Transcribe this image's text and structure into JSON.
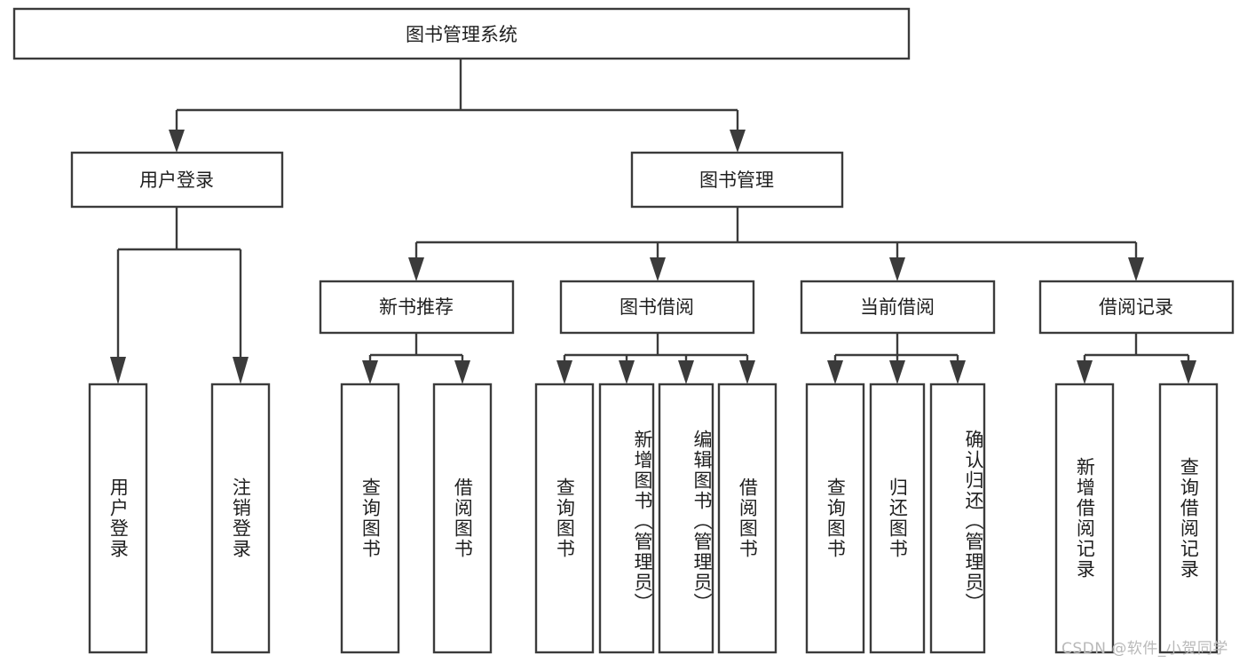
{
  "diagram": {
    "title": "图书管理系统",
    "type": "tree-hierarchy",
    "root": {
      "id": "root",
      "label": "图书管理系统"
    },
    "level2": [
      {
        "id": "user-login",
        "label": "用户登录"
      },
      {
        "id": "book-manage",
        "label": "图书管理"
      }
    ],
    "level3": [
      {
        "id": "new-book-rec",
        "label": "新书推荐",
        "parent": "book-manage"
      },
      {
        "id": "book-borrow",
        "label": "图书借阅",
        "parent": "book-manage"
      },
      {
        "id": "current-borrow",
        "label": "当前借阅",
        "parent": "book-manage"
      },
      {
        "id": "borrow-record",
        "label": "借阅记录",
        "parent": "book-manage"
      }
    ],
    "leaves": [
      {
        "id": "leaf-user-login",
        "label": "用户登录",
        "parent": "user-login"
      },
      {
        "id": "leaf-logout",
        "label": "注销登录",
        "parent": "user-login"
      },
      {
        "id": "leaf-query-book-1",
        "label": "查询图书",
        "parent": "new-book-rec"
      },
      {
        "id": "leaf-borrow-book-1",
        "label": "借阅图书",
        "parent": "new-book-rec"
      },
      {
        "id": "leaf-query-book-2",
        "label": "查询图书",
        "parent": "book-borrow"
      },
      {
        "id": "leaf-add-book",
        "label": "新增图书（管理员）",
        "parent": "book-borrow"
      },
      {
        "id": "leaf-edit-book",
        "label": "编辑图书（管理员）",
        "parent": "book-borrow"
      },
      {
        "id": "leaf-borrow-book-2",
        "label": "借阅图书",
        "parent": "book-borrow"
      },
      {
        "id": "leaf-query-book-3",
        "label": "查询图书",
        "parent": "current-borrow"
      },
      {
        "id": "leaf-return-book",
        "label": "归还图书",
        "parent": "current-borrow"
      },
      {
        "id": "leaf-confirm-return",
        "label": "确认归还（管理员）",
        "parent": "current-borrow"
      },
      {
        "id": "leaf-add-record",
        "label": "新增借阅记录",
        "parent": "borrow-record"
      },
      {
        "id": "leaf-query-record",
        "label": "查询借阅记录",
        "parent": "borrow-record"
      }
    ],
    "watermark": "CSDN @软件_小贺同学",
    "colors": {
      "stroke": "#3b3b3b",
      "fill": "#ffffff",
      "text": "#1f1f1f",
      "watermark": "#b9b9b9",
      "background": "#ffffff"
    }
  }
}
